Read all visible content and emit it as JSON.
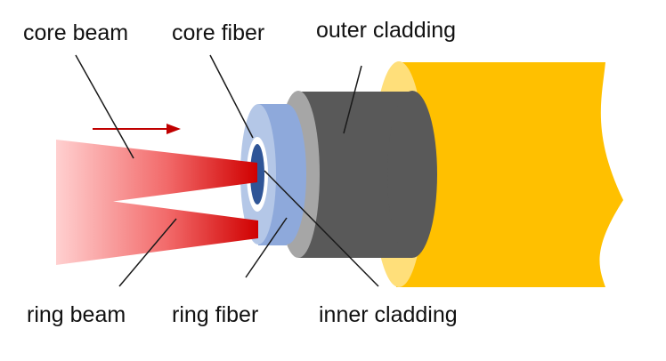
{
  "labels": {
    "core_beam": "core beam",
    "core_fiber": "core fiber",
    "outer_cladding": "outer cladding",
    "ring_beam": "ring beam",
    "ring_fiber": "ring fiber",
    "inner_cladding": "inner cladding"
  },
  "colors": {
    "jacket": "#FFC000",
    "jacket_end": "#FFE07A",
    "outer_cladding": "#595959",
    "inner_cladding": "#A6A6A6",
    "ring_fiber": "#8EA9DB",
    "core_fiber": "#2F5597",
    "beam": "#E00000",
    "arrow": "#C00000"
  }
}
